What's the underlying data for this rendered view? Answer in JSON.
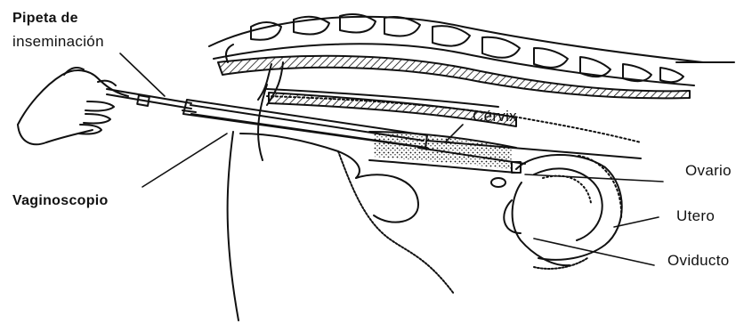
{
  "diagram": {
    "labels": {
      "pipette_line1": "Pipeta de",
      "pipette_line2": "inseminación",
      "cervix": "Cérvix",
      "speculum": "Vaginoscopio",
      "ovary": "Ovario",
      "uterus": "Utero",
      "oviduct": "Oviducto"
    },
    "colors": {
      "ink": "#111111",
      "background": "#ffffff"
    }
  }
}
